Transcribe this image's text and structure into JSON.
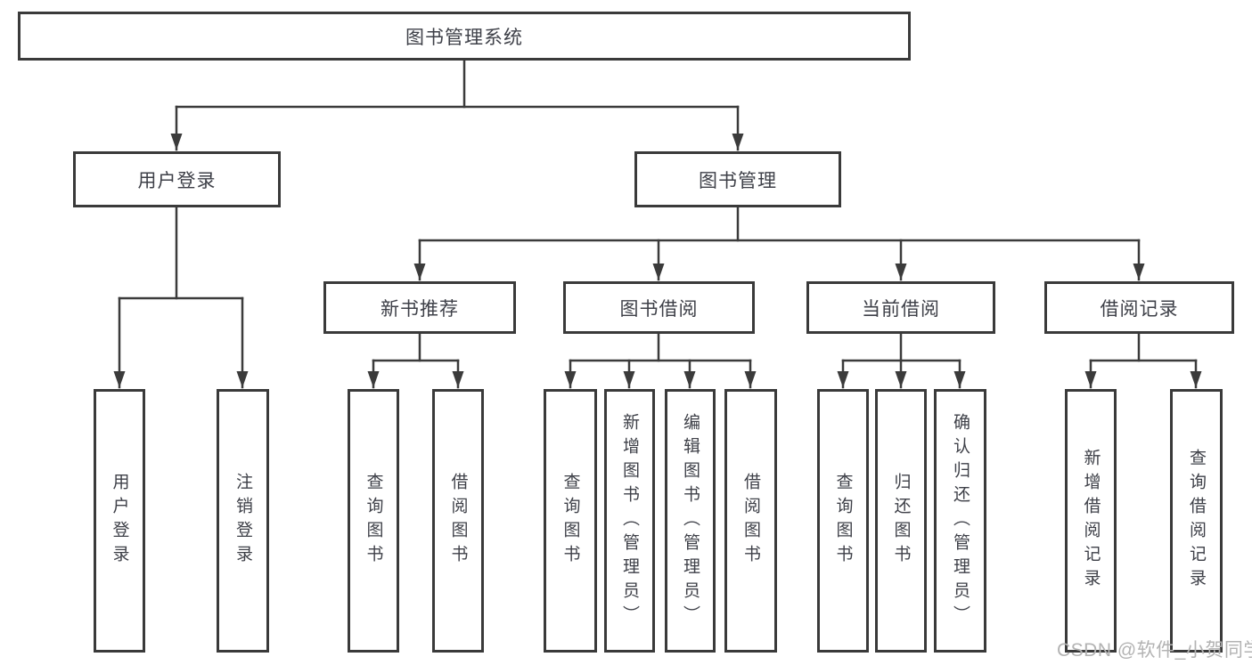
{
  "colors": {
    "line": "#3b3b3b",
    "border": "#3a3a3a",
    "text": "#3e4048",
    "watermark": "#b3b3b3",
    "background": "#ffffff"
  },
  "watermark": {
    "text": "CSDN @软件_小贺同学"
  },
  "tree": {
    "label": "图书管理系统",
    "children": [
      {
        "label": "用户登录",
        "children": [
          {
            "label": "用户登录"
          },
          {
            "label": "注销登录"
          }
        ]
      },
      {
        "label": "图书管理",
        "children": [
          {
            "label": "新书推荐",
            "children": [
              {
                "label": "查询图书"
              },
              {
                "label": "借阅图书"
              }
            ]
          },
          {
            "label": "图书借阅",
            "children": [
              {
                "label": "查询图书"
              },
              {
                "label": "新增图书（管理员）"
              },
              {
                "label": "编辑图书（管理员）"
              },
              {
                "label": "借阅图书"
              }
            ]
          },
          {
            "label": "当前借阅",
            "children": [
              {
                "label": "查询图书"
              },
              {
                "label": "归还图书"
              },
              {
                "label": "确认归还（管理员）"
              }
            ]
          },
          {
            "label": "借阅记录",
            "children": [
              {
                "label": "新增借阅记录"
              },
              {
                "label": "查询借阅记录"
              }
            ]
          }
        ]
      }
    ]
  }
}
